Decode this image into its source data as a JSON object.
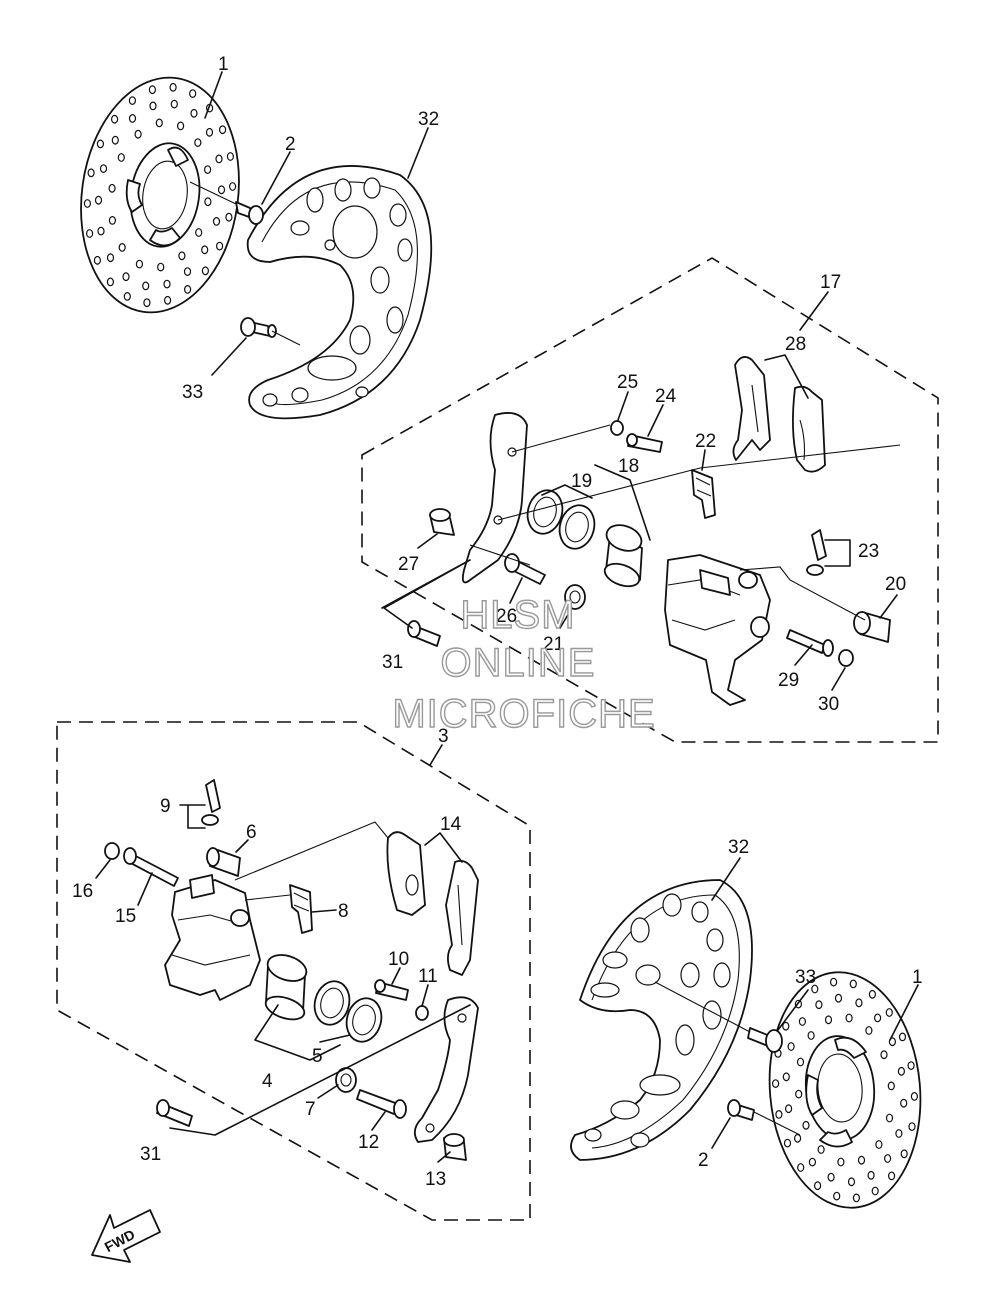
{
  "watermark": [
    "HLSM",
    "ONLINE",
    "MICROFICHE"
  ],
  "fwd_label": "FWD",
  "callouts": {
    "c1a": "1",
    "c2a": "2",
    "c32a": "32",
    "c33a": "33",
    "c17": "17",
    "c28": "28",
    "c25": "25",
    "c24": "24",
    "c22": "22",
    "c19": "19",
    "c18": "18",
    "c27": "27",
    "c23": "23",
    "c20": "20",
    "c26": "26",
    "c21": "21",
    "c31a": "31",
    "c29": "29",
    "c30": "30",
    "c3": "3",
    "c9": "9",
    "c6": "6",
    "c14": "14",
    "c16": "16",
    "c15": "15",
    "c8": "8",
    "c10": "10",
    "c11": "11",
    "c5": "5",
    "c4": "4",
    "c7": "7",
    "c12": "12",
    "c13": "13",
    "c31b": "31",
    "c32b": "32",
    "c33b": "33",
    "c1b": "1",
    "c2b": "2"
  }
}
